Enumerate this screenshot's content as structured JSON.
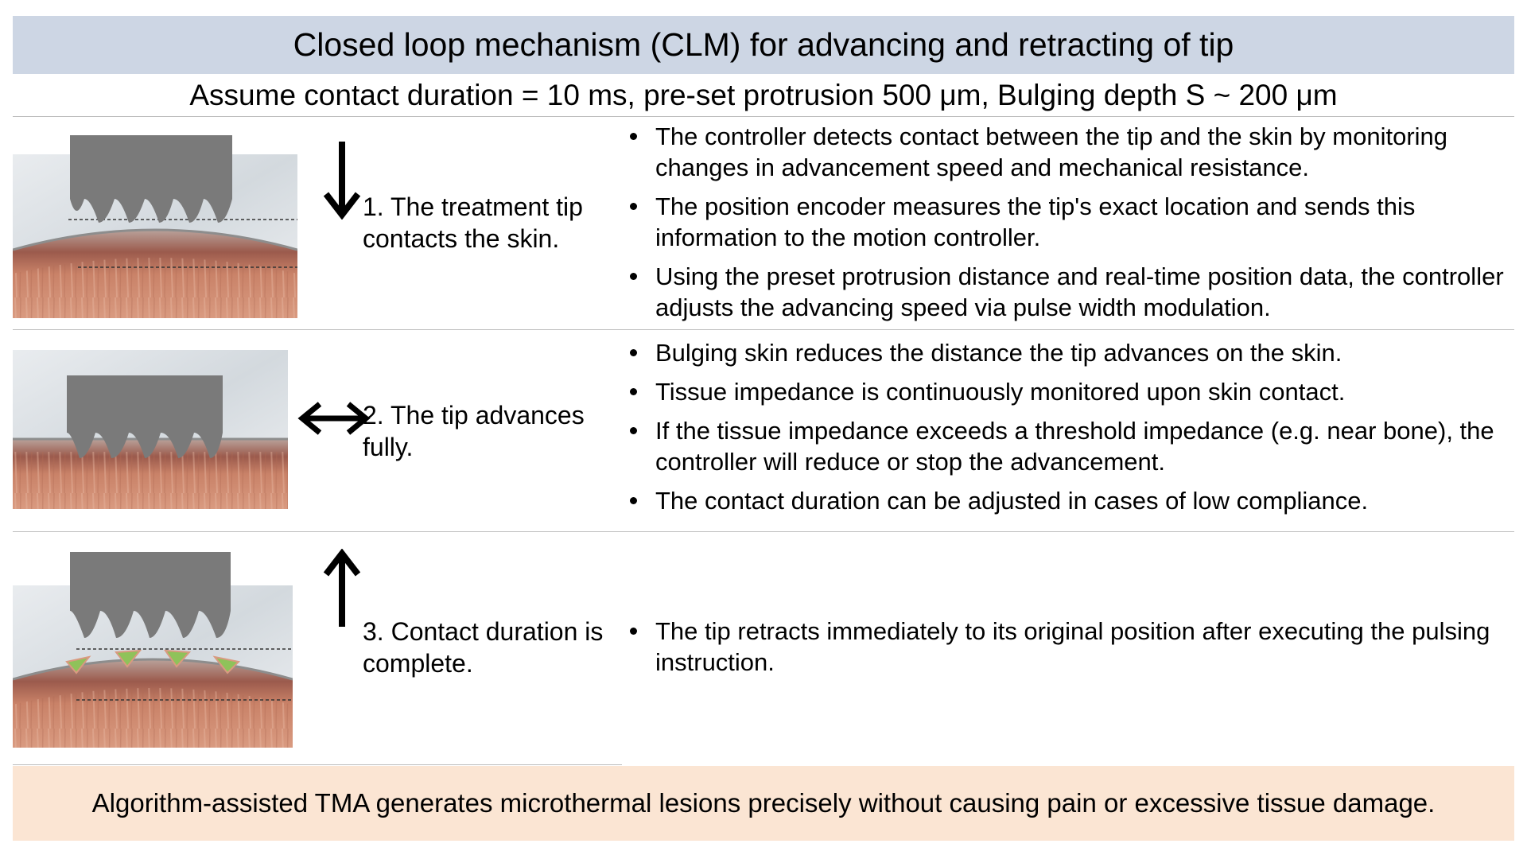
{
  "title": "Closed loop mechanism (CLM) for advancing and retracting of tip",
  "subtitle": "Assume contact duration  = 10 ms, pre-set protrusion 500  μm, Bulging depth S ~ 200 μm",
  "steps": [
    {
      "label": "1. The treatment tip contacts the skin.",
      "arrow": "down-arrow",
      "bullets": [
        "The controller detects contact between the tip and the skin by monitoring changes in advancement speed and mechanical resistance.",
        "The position encoder measures the tip's exact location and sends this information to the motion controller.",
        "Using the preset protrusion distance and real-time position data, the controller adjusts the advancing speed via pulse width modulation."
      ]
    },
    {
      "label": "2. The tip advances fully.",
      "arrow": "left-right-arrow",
      "bullets": [
        "Bulging skin reduces the distance the tip advances on the skin.",
        "Tissue impedance is continuously monitored upon skin contact.",
        "If the tissue impedance exceeds a threshold impedance (e.g. near bone), the controller will reduce or stop the advancement.",
        "The contact duration can be adjusted in cases of low compliance."
      ]
    },
    {
      "label": "3. Contact duration is complete.",
      "arrow": "up-arrow",
      "bullets": [
        "The tip retracts immediately to its original position after executing the pulsing instruction."
      ]
    }
  ],
  "footer": "Algorithm-assisted TMA generates microthermal lesions precisely without causing pain or excessive tissue damage.",
  "colors": {
    "title_bg": "#cdd6e4",
    "footer_bg": "#fbe5d3",
    "tip": "#7a7a7a",
    "skin": "#c98268",
    "lesion": "#8fc25a"
  }
}
